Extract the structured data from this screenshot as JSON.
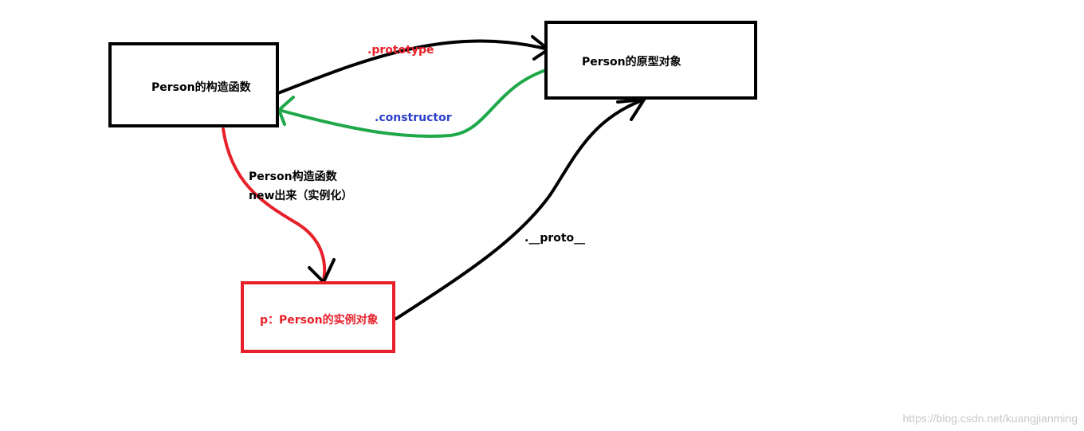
{
  "nodes": {
    "constructor": {
      "label": "Person的构造函数"
    },
    "prototype": {
      "label": "Person的原型对象"
    },
    "instance": {
      "label": "p：Person的实例对象"
    }
  },
  "edges": {
    "prototype_link": {
      "label": ".prototype",
      "color": "#e8202a",
      "stroke": "#000000"
    },
    "constructor_link": {
      "label": ".constructor",
      "color": "#2b3ec8",
      "stroke": "#1fa84a"
    },
    "new_link": {
      "line1": "Person构造函数",
      "line2": "new出来（实例化）",
      "stroke": "#e8202a"
    },
    "proto_link": {
      "label": ".__proto__",
      "stroke": "#000000"
    }
  },
  "watermark": "https://blog.csdn.net/kuangjianming"
}
